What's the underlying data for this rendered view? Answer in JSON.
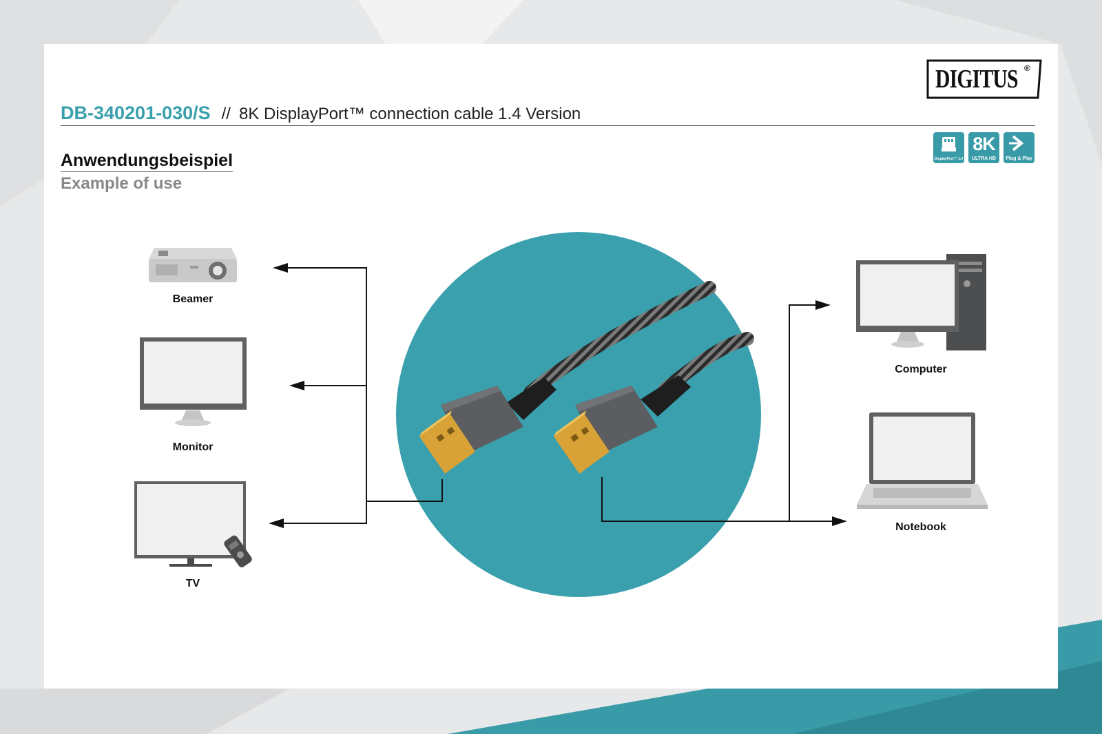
{
  "header": {
    "product_code": "DB-340201-030/S",
    "separator": "//",
    "description": "8K DisplayPort™ connection cable 1.4 Version",
    "brand": "DIGITUS",
    "brand_mark": "®"
  },
  "badges": [
    {
      "name": "displayport-badge",
      "caption": "DisplayPort™ 1.4"
    },
    {
      "name": "8k-badge",
      "big": "8K",
      "caption": "ULTRA HD"
    },
    {
      "name": "plug-and-play-badge",
      "caption": "Plug & Play"
    }
  ],
  "section": {
    "heading_de": "Anwendungsbeispiel",
    "heading_en": "Example of use"
  },
  "devices": {
    "left": [
      "Beamer",
      "Monitor",
      "TV"
    ],
    "right": [
      "Computer",
      "Notebook"
    ]
  },
  "colors": {
    "accent": "#3a9ba8",
    "circle": "#3aa0ad",
    "text": "#111111",
    "subtext": "#888888"
  }
}
